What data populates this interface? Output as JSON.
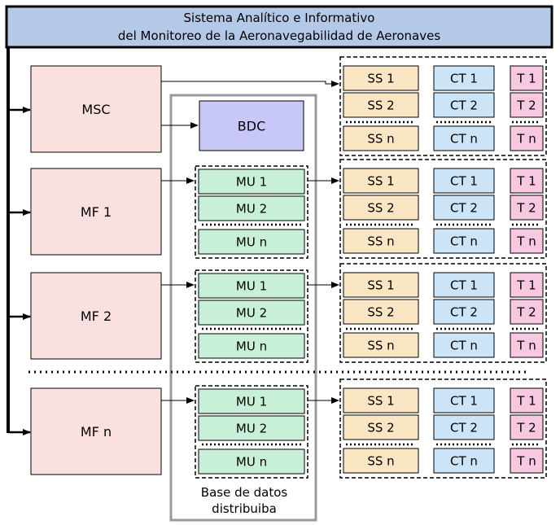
{
  "header": {
    "line1": "Sistema Analítico e Informativo",
    "line2": "del Monitoreo de la Aeronavegabilidad de Aeronaves"
  },
  "modules": [
    {
      "label": "MSC",
      "kind": "bdc",
      "bdc_label": "BDC"
    },
    {
      "label": "MF 1",
      "kind": "mu",
      "mu": [
        "MU 1",
        "MU 2",
        "MU n"
      ]
    },
    {
      "label": "MF 2",
      "kind": "mu",
      "mu": [
        "MU 1",
        "MU 2",
        "MU n"
      ]
    },
    {
      "label": "MF n",
      "kind": "mu",
      "mu": [
        "MU 1",
        "MU 2",
        "MU n"
      ]
    }
  ],
  "ss_labels": [
    "SS 1",
    "SS 2",
    "SS n"
  ],
  "ct_labels": [
    "CT 1",
    "CT 2",
    "CT n"
  ],
  "t_labels": [
    "T 1",
    "T 2",
    "T n"
  ],
  "database_label": [
    "Base de datos",
    "distribuiba"
  ],
  "colors": {
    "header_fill": "#b4c8e8",
    "module_fill": "#fbe0e0",
    "bdc_fill": "#c8c8f8",
    "mu_fill": "#c8f0d8",
    "ss_fill": "#fbe6c4",
    "ct_fill": "#cce4f8",
    "t_fill": "#f8c8e0",
    "db_border": "#9a9a9a"
  }
}
